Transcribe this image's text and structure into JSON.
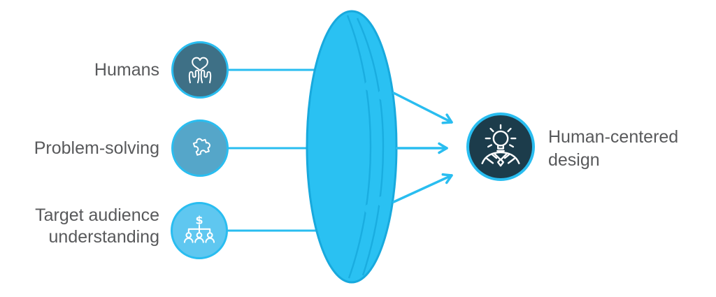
{
  "diagram": {
    "type": "lens-funnel-infographic",
    "background": "#FFFFFF"
  },
  "colors": {
    "accent_cyan": "#29BDF0",
    "lens_fill": "#2AC1F2",
    "lens_stroke": "#18A9DD",
    "label_gray": "#58595B",
    "icon_white": "#FFFFFF",
    "circle_humans": "#3E7086",
    "circle_problem_solving": "#55A6C9",
    "circle_target_audience": "#5FC7F0",
    "circle_result": "#1C3C4B"
  },
  "inputs": [
    {
      "label": "Humans",
      "lines": [
        "Humans"
      ],
      "icon": "hands-heart-icon",
      "circle_color": "#3E7086"
    },
    {
      "label": "Problem-solving",
      "lines": [
        "Problem-solving"
      ],
      "icon": "puzzle-piece-icon",
      "circle_color": "#55A6C9"
    },
    {
      "label": "Target audience understanding",
      "lines": [
        "Target audience",
        "understanding"
      ],
      "icon": "audience-dollar-icon",
      "circle_color": "#5FC7F0"
    }
  ],
  "lens": {
    "name": "focus-lens",
    "style": "3d-disc"
  },
  "output": {
    "label": "Human-centered design",
    "lines": [
      "Human-centered",
      "design"
    ],
    "icon": "idea-person-icon",
    "circle_color": "#1C3C4B"
  }
}
